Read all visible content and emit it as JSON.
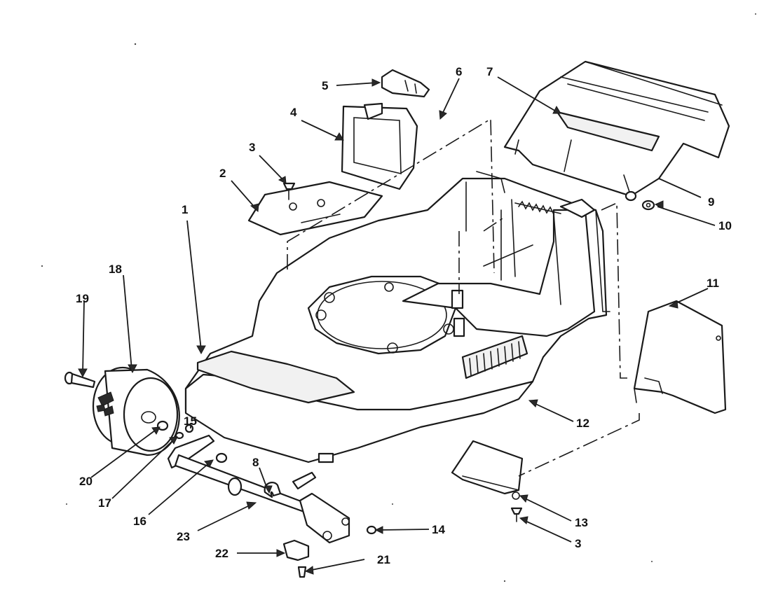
{
  "callouts": [
    {
      "id": "c1",
      "text": "1"
    },
    {
      "id": "c2",
      "text": "2"
    },
    {
      "id": "c3a",
      "text": "3"
    },
    {
      "id": "c4",
      "text": "4"
    },
    {
      "id": "c5",
      "text": "5"
    },
    {
      "id": "c6",
      "text": "6"
    },
    {
      "id": "c7",
      "text": "7"
    },
    {
      "id": "c8",
      "text": "8"
    },
    {
      "id": "c9",
      "text": "9"
    },
    {
      "id": "c10",
      "text": "10"
    },
    {
      "id": "c11",
      "text": "11"
    },
    {
      "id": "c12",
      "text": "12"
    },
    {
      "id": "c13",
      "text": "13"
    },
    {
      "id": "c3b",
      "text": "3"
    },
    {
      "id": "c14",
      "text": "14"
    },
    {
      "id": "c15",
      "text": "15"
    },
    {
      "id": "c16",
      "text": "16"
    },
    {
      "id": "c17",
      "text": "17"
    },
    {
      "id": "c18",
      "text": "18"
    },
    {
      "id": "c19",
      "text": "19"
    },
    {
      "id": "c20",
      "text": "20"
    },
    {
      "id": "c21",
      "text": "21"
    },
    {
      "id": "c22",
      "text": "22"
    },
    {
      "id": "c23",
      "text": "23"
    }
  ],
  "colors": {
    "line": "#1a1a1a",
    "background": "#ffffff"
  }
}
